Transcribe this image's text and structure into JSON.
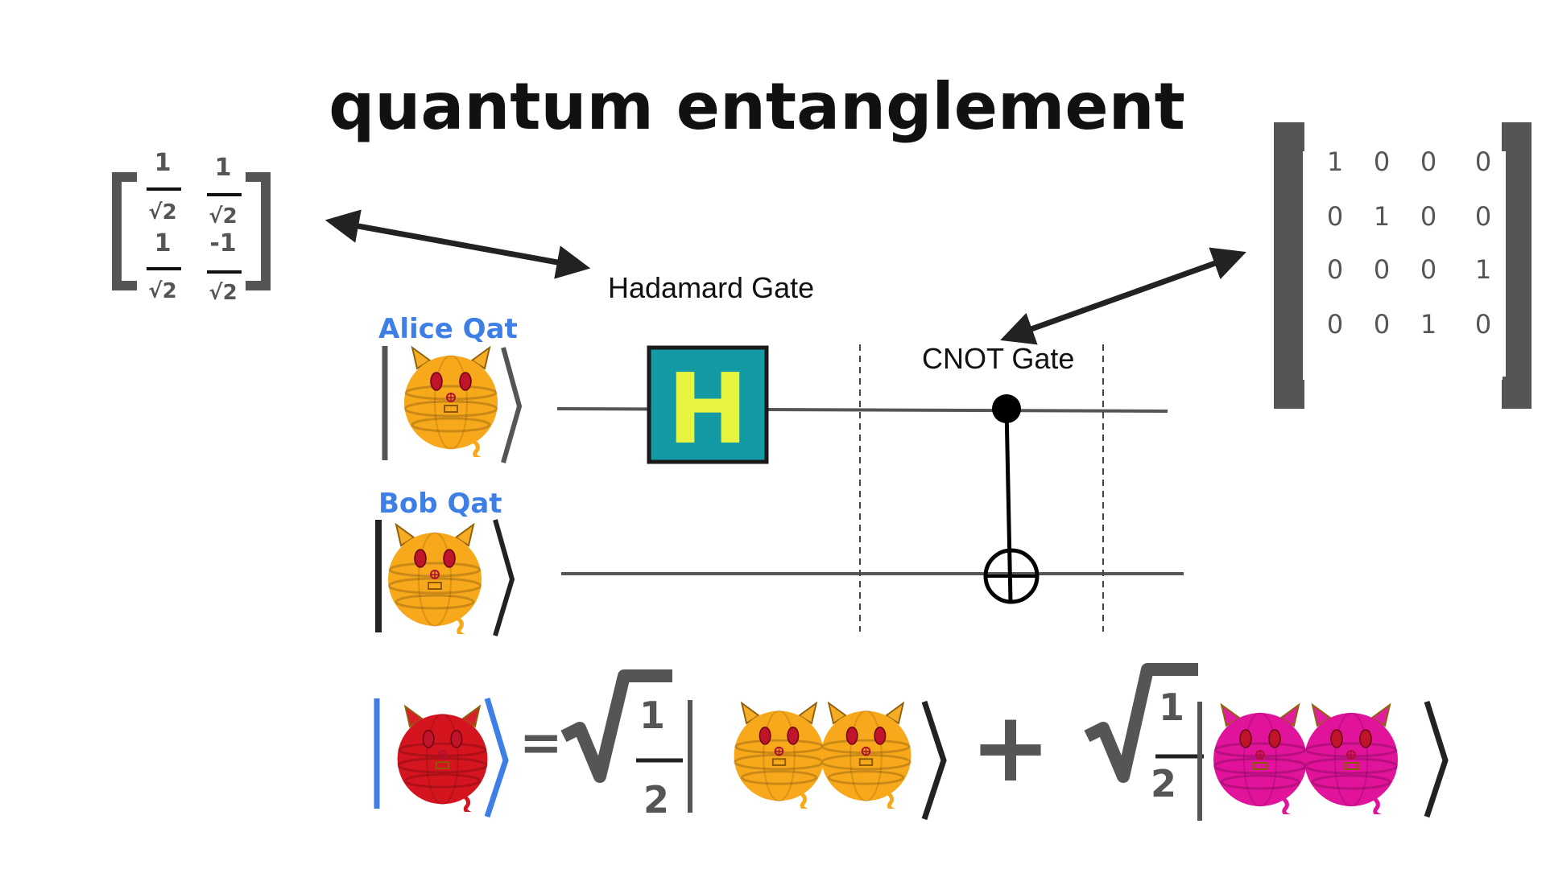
{
  "title": "quantum entanglement",
  "hadamard": {
    "label": "Hadamard Gate",
    "box_letter": "H",
    "matrix": [
      [
        "1",
        "√2",
        "1",
        "√2"
      ],
      [
        "1",
        "√2",
        "-1",
        "√2"
      ]
    ]
  },
  "cnot": {
    "label": "CNOT Gate",
    "matrix": [
      [
        "1",
        "0",
        "0",
        "0"
      ],
      [
        "0",
        "1",
        "0",
        "0"
      ],
      [
        "0",
        "0",
        "0",
        "1"
      ],
      [
        "0",
        "0",
        "1",
        "0"
      ]
    ]
  },
  "qubits": {
    "alice_label": "Alice Qat",
    "bob_label": "Bob Qat"
  },
  "equation": {
    "equals": "=",
    "plus": "+",
    "numerator": "1",
    "denominator": "2"
  },
  "colors": {
    "accent_blue": "#3d7fe6",
    "qat_orange": "#f7a81b",
    "qat_red": "#d4141e",
    "qat_magenta": "#e0139a",
    "h_box_fill": "#139aa5",
    "h_letter": "#e8f540",
    "gray": "#555555"
  }
}
